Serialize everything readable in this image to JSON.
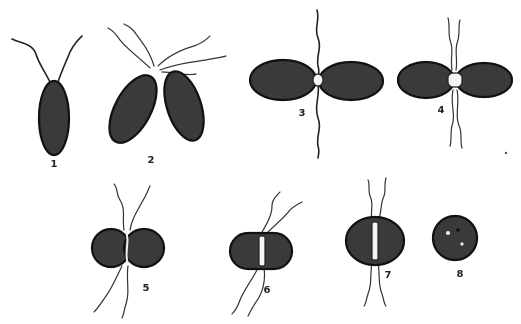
{
  "figure": {
    "stage_labels": [
      "1",
      "2",
      "3",
      "4",
      "5",
      "6",
      "7",
      "8"
    ]
  }
}
